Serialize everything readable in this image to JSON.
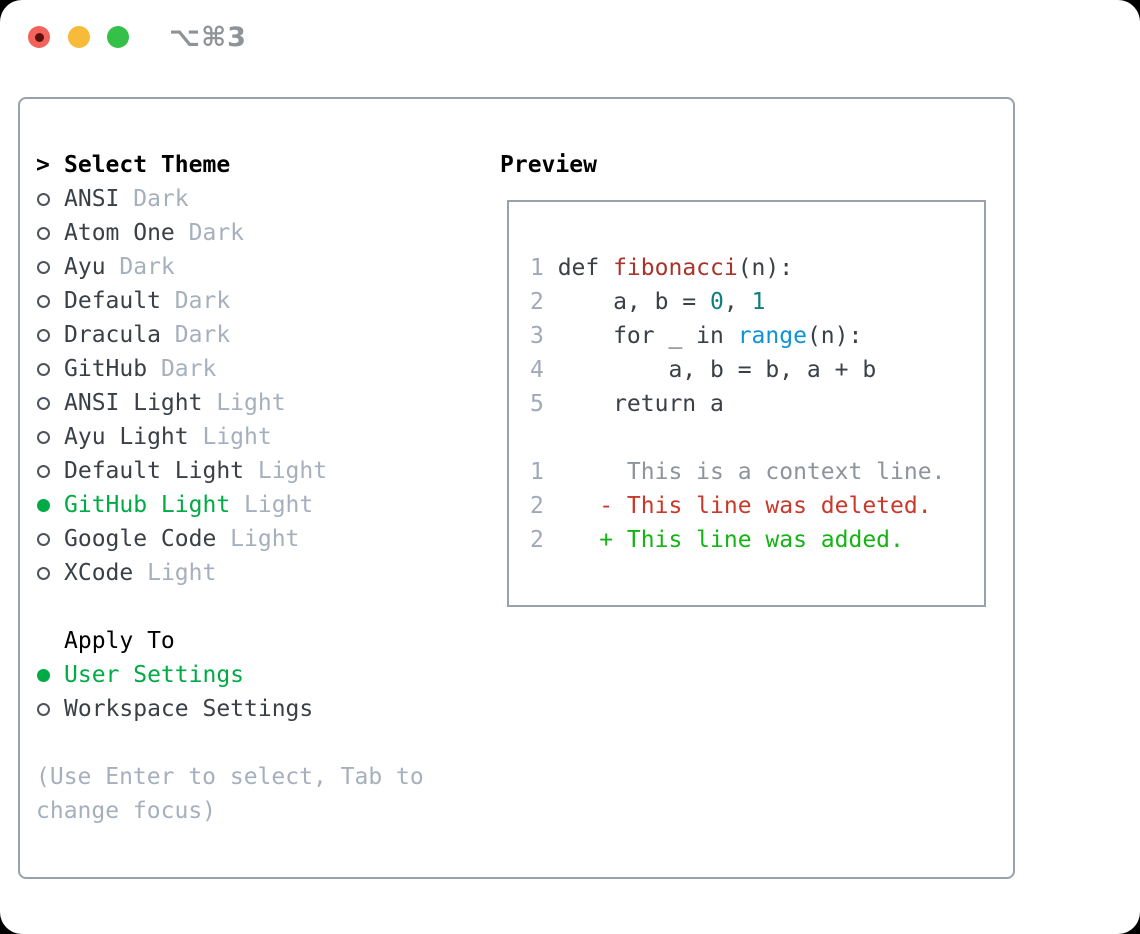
{
  "window": {
    "title": "⌥⌘3"
  },
  "titlebar": {
    "buttons": [
      "close",
      "minimize",
      "zoom"
    ]
  },
  "colors": {
    "border": "#98a2ad",
    "text": "#3a4046",
    "muted": "#a6b0bd",
    "accent-green": "#00ab45",
    "circle": "#4e555c",
    "line-num": "#9fa9b8",
    "fn-red": "#a8342c",
    "lit-teal": "#0e7e80",
    "builtin-blue": "#0c93d6",
    "ctx-gray": "#8d949c",
    "del-red": "#ca382b",
    "add-green": "#15b415",
    "header-black": "#000000",
    "title-gray": "#8e9398",
    "tl-red": "#f4635a",
    "tl-red-dot": "#5a100c",
    "tl-yellow": "#f6bb39",
    "tl-green": "#35c149",
    "window-bg": "#ffffff",
    "backdrop": "#000000"
  },
  "theme_picker": {
    "cursor": ">",
    "header": "Select Theme",
    "items": [
      {
        "name": "ANSI",
        "tag": "Dark",
        "selected": false
      },
      {
        "name": "Atom One",
        "tag": "Dark",
        "selected": false
      },
      {
        "name": "Ayu",
        "tag": "Dark",
        "selected": false
      },
      {
        "name": "Default",
        "tag": "Dark",
        "selected": false
      },
      {
        "name": "Dracula",
        "tag": "Dark",
        "selected": false
      },
      {
        "name": "GitHub",
        "tag": "Dark",
        "selected": false
      },
      {
        "name": "ANSI Light",
        "tag": "Light",
        "selected": false
      },
      {
        "name": "Ayu Light",
        "tag": "Light",
        "selected": false
      },
      {
        "name": "Default Light",
        "tag": "Light",
        "selected": false
      },
      {
        "name": "GitHub Light",
        "tag": "Light",
        "selected": true
      },
      {
        "name": "Google Code",
        "tag": "Light",
        "selected": false
      },
      {
        "name": "XCode",
        "tag": "Light",
        "selected": false
      }
    ],
    "apply_to": {
      "header": "Apply To",
      "options": [
        {
          "name": "User Settings",
          "selected": true
        },
        {
          "name": "Workspace Settings",
          "selected": false
        }
      ]
    },
    "hint_lines": [
      "(Use Enter to select, Tab to",
      "change focus)"
    ]
  },
  "preview": {
    "title": "Preview",
    "lines": [
      {
        "num": "1",
        "segments": [
          {
            "t": "def ",
            "c": "code"
          },
          {
            "t": "fibonacci",
            "c": "fn"
          },
          {
            "t": "(n):",
            "c": "code"
          }
        ]
      },
      {
        "num": "2",
        "segments": [
          {
            "t": "    a, b = ",
            "c": "code"
          },
          {
            "t": "0",
            "c": "lit"
          },
          {
            "t": ", ",
            "c": "code"
          },
          {
            "t": "1",
            "c": "lit"
          }
        ]
      },
      {
        "num": "3",
        "segments": [
          {
            "t": "    for _ in ",
            "c": "code"
          },
          {
            "t": "range",
            "c": "builtin"
          },
          {
            "t": "(n):",
            "c": "code"
          }
        ]
      },
      {
        "num": "4",
        "segments": [
          {
            "t": "        a, b = b, a + b",
            "c": "code"
          }
        ]
      },
      {
        "num": "5",
        "segments": [
          {
            "t": "    return a",
            "c": "code"
          }
        ]
      },
      {
        "num": "",
        "segments": []
      },
      {
        "num": "1",
        "segments": [
          {
            "t": "     This is a context line.",
            "c": "ctx"
          }
        ]
      },
      {
        "num": "2",
        "segments": [
          {
            "t": "   ",
            "c": "code"
          },
          {
            "t": "- This line was deleted.",
            "c": "del"
          }
        ]
      },
      {
        "num": "2",
        "segments": [
          {
            "t": "   ",
            "c": "code"
          },
          {
            "t": "+ This line was added.",
            "c": "add"
          }
        ]
      }
    ]
  }
}
